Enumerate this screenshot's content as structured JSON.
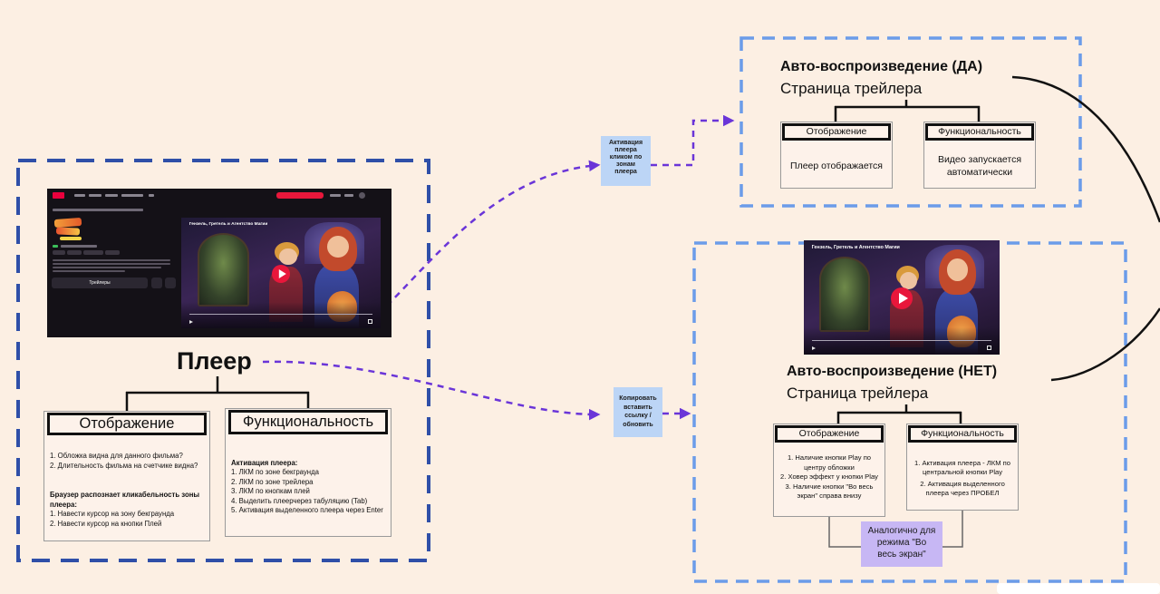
{
  "colors": {
    "board": "#fcefe3",
    "frame_main": "#2f4fa8",
    "frame_secondary": "#6b9ce9",
    "arrow": "#6a35d8",
    "sticky_blue": "#bcd5f6",
    "sticky_purple": "#c7b7f4",
    "card_fill": "#fdf2ea",
    "play_red": "#e8173b"
  },
  "player": {
    "title": "Плеер",
    "screenshot": {
      "video_title": "Гензель, Гретель и Агентство Магии",
      "trailers_button": "Трейлеры"
    },
    "display": {
      "header": "Отображение",
      "items": [
        "1. Обложка видна для данного фильма?",
        "2. Длительность фильма на счетчике видна?"
      ],
      "subheading": "Браузер распознает кликабельность зоны плеера:",
      "subitems": [
        "1. Навести курсор на зону бекграунда",
        "2. Навести курсор на кнопки Плей"
      ]
    },
    "functionality": {
      "header": "Функциональность",
      "subheading": "Активация плеера:",
      "items": [
        "1. ЛКМ по зоне бекграунда",
        "2. ЛКМ по зоне трейлера",
        "3. ЛКМ по кнопкам плей",
        "4. Выделить плеерчерез табуляцию (Tab)",
        "5. Активация выделенного плеера через Enter"
      ]
    }
  },
  "notes": {
    "activate_click": [
      "Активация",
      "плеера",
      "кликом по",
      "зонам",
      "плеера"
    ],
    "copy_link": [
      "Копировать",
      "вставить",
      "ссылку /",
      "обновить"
    ]
  },
  "autoplay_yes": {
    "title": "Авто-воспроизведение (ДА)",
    "subtitle": "Страница трейлера",
    "display": {
      "header": "Отображение",
      "text": "Плеер отображается"
    },
    "functionality": {
      "header": "Функциональность",
      "lines": [
        "Видео запускается",
        "автоматически"
      ]
    }
  },
  "autoplay_no": {
    "title": "Авто-воспроизведение (НЕТ)",
    "subtitle": "Страница трейлера",
    "screenshot": {
      "video_title": "Гензель, Гретель и Агентство Магии"
    },
    "display": {
      "header": "Отображение",
      "lines": [
        "1. Наличие кнопки Play по",
        "центру обложки",
        "2. Ховер эффект у кнопки Play",
        "3. Наличие кнопки \"Во весь",
        "экран\" справа внизу"
      ]
    },
    "functionality": {
      "header": "Функциональность",
      "lines": [
        "1. Активация плеера - ЛКМ по",
        "центральной кнопки Play",
        "2. Активация выделенного",
        "плеера через ПРОБЕЛ"
      ]
    },
    "note": [
      "Аналогично для",
      "режима \"Во",
      "весь экран\""
    ]
  }
}
